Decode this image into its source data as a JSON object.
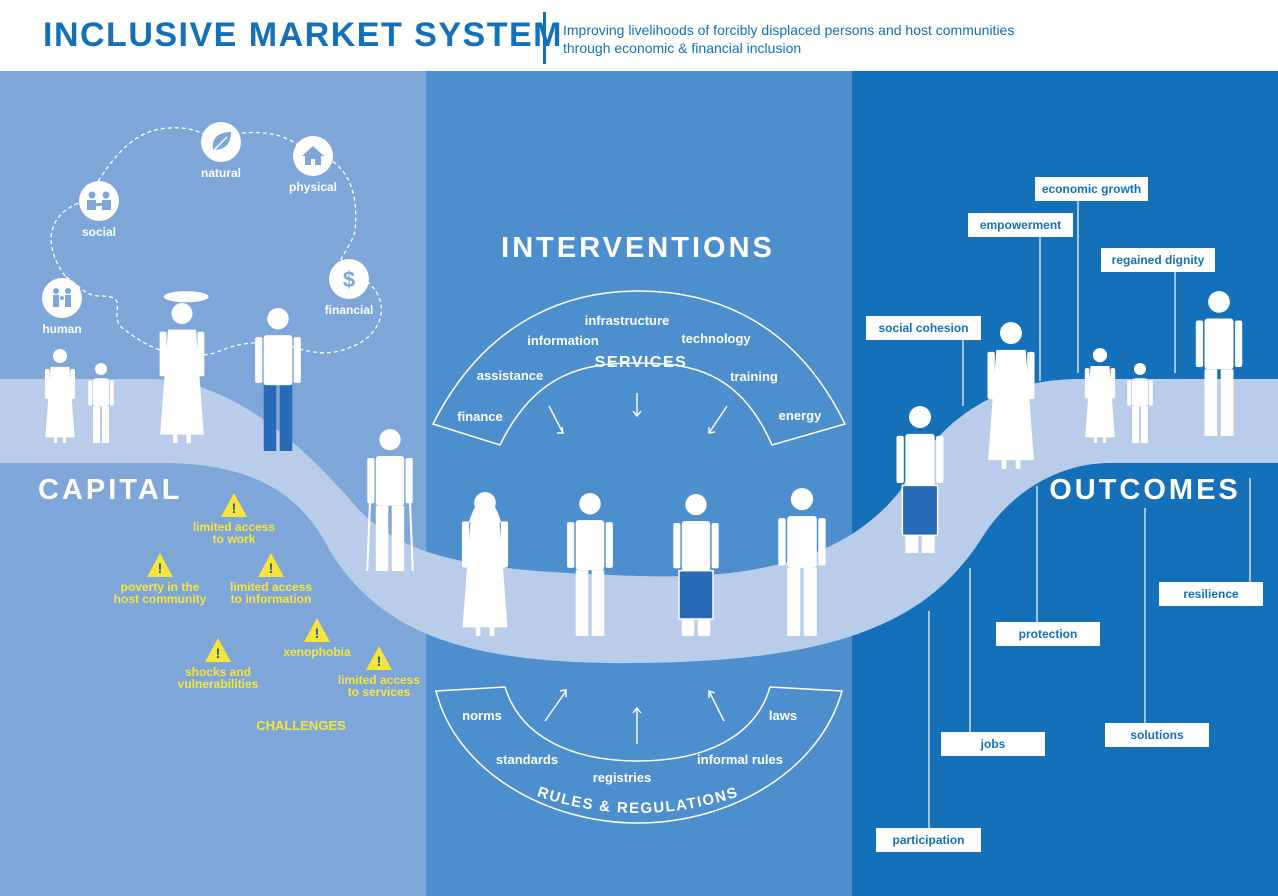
{
  "header": {
    "title": "INCLUSIVE MARKET SYSTEM",
    "subtitle_line1": "Improving livelihoods of forcibly displaced persons and host communities",
    "subtitle_line2": "through economic & financial inclusion"
  },
  "colors": {
    "title_blue": "#1470b8",
    "capital_panel": "#7ea6d9",
    "interventions_panel": "#4d8fcd",
    "outcomes_panel": "#1470b8",
    "road": "#b9cdea",
    "challenge_yellow": "#f7e53a"
  },
  "capital": {
    "heading": "CAPITAL",
    "assets": [
      {
        "label": "human",
        "icon": "family-icon"
      },
      {
        "label": "social",
        "icon": "handshake-icon"
      },
      {
        "label": "natural",
        "icon": "leaf-icon"
      },
      {
        "label": "physical",
        "icon": "house-icon"
      },
      {
        "label": "financial",
        "icon": "dollar-icon"
      }
    ],
    "challenges_title": "CHALLENGES",
    "challenges": [
      {
        "line1": "limited access",
        "line2": "to work"
      },
      {
        "line1": "poverty in the",
        "line2": "host community"
      },
      {
        "line1": "limited access",
        "line2": "to information"
      },
      {
        "line1": "xenophobia",
        "line2": ""
      },
      {
        "line1": "shocks and",
        "line2": "vulnerabilities"
      },
      {
        "line1": "limited access",
        "line2": "to services"
      }
    ]
  },
  "interventions": {
    "heading": "INTERVENTIONS",
    "services_title": "SERVICES",
    "services": [
      "finance",
      "assistance",
      "information",
      "infrastructure",
      "technology",
      "training",
      "energy"
    ],
    "rules_title": "RULES & REGULATIONS",
    "rules": [
      "norms",
      "standards",
      "registries",
      "informal rules",
      "laws"
    ]
  },
  "outcomes": {
    "heading": "OUTCOMES",
    "upper": [
      "economic growth",
      "empowerment",
      "regained dignity",
      "social cohesion"
    ],
    "lower": [
      "resilience",
      "protection",
      "solutions",
      "jobs",
      "participation"
    ]
  }
}
